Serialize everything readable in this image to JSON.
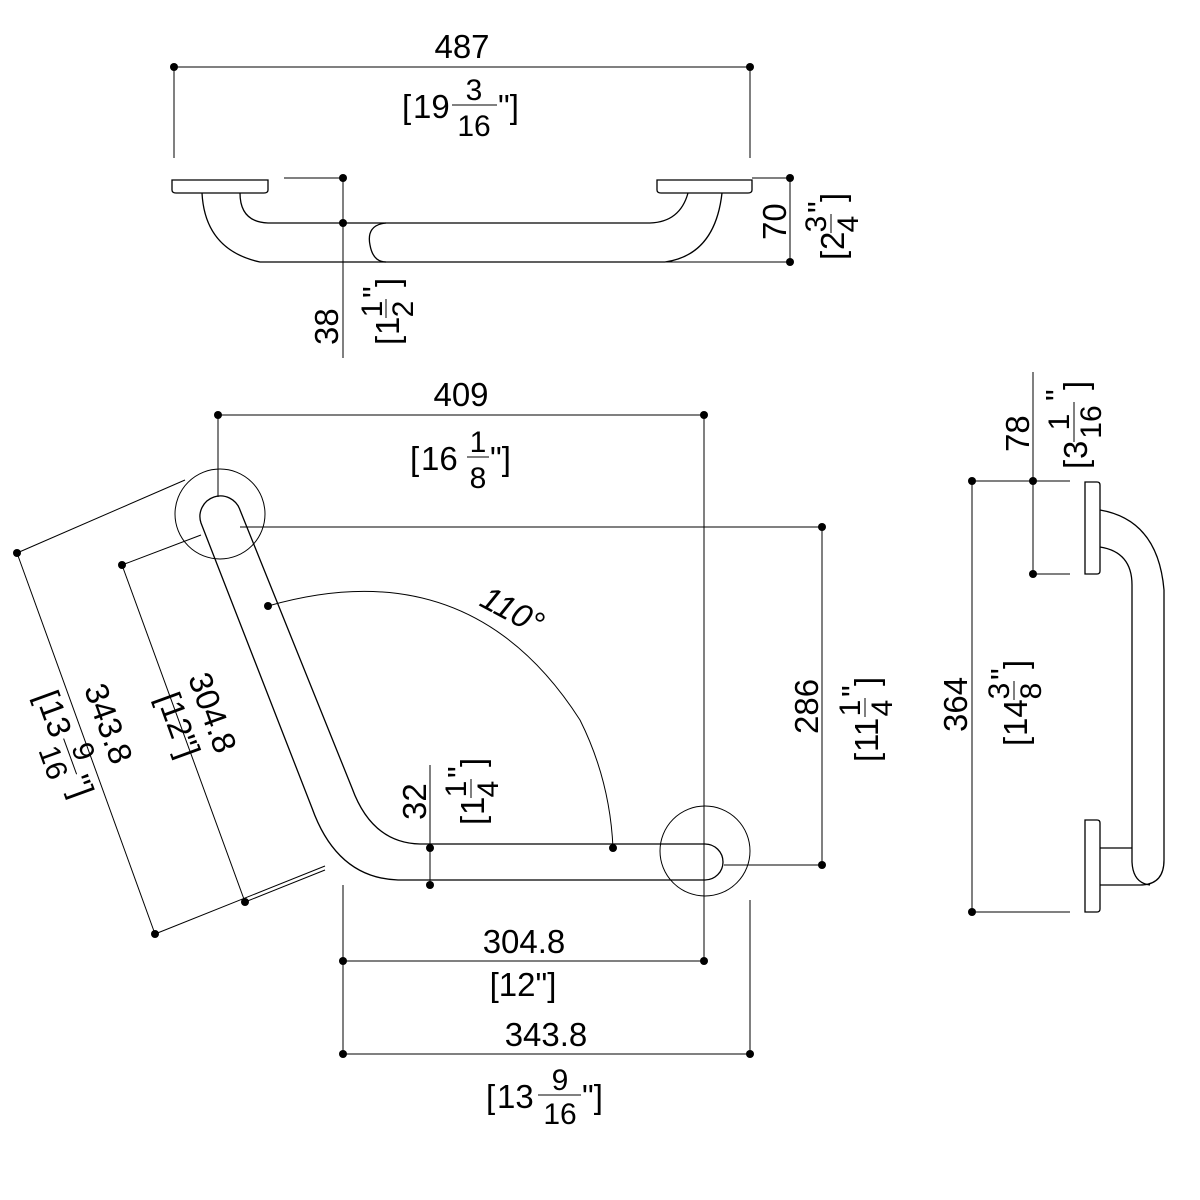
{
  "drawing": {
    "subject": "Angled grab bar dimensional drawing",
    "top_view": {
      "overall_length": {
        "mm": "487",
        "in_whole": "19",
        "in_num": "3",
        "in_den": "16"
      },
      "projection": {
        "mm": "70",
        "in_whole": "2",
        "in_num": "3",
        "in_den": "4"
      },
      "tube_diameter": {
        "mm": "38",
        "in_whole": "1",
        "in_num": "1",
        "in_den": "2"
      }
    },
    "front_view": {
      "overall_width": {
        "mm": "409",
        "in_whole": "16",
        "in_num": "1",
        "in_den": "8"
      },
      "overall_height": {
        "mm": "286",
        "in_whole": "11",
        "in_num": "1",
        "in_den": "4"
      },
      "angle": "110°",
      "tube_diameter": {
        "mm": "32",
        "in_whole": "1",
        "in_num": "1",
        "in_den": "4"
      },
      "horizontal_leg_inner": {
        "mm": "304.8",
        "in": "[12\"]"
      },
      "horizontal_leg_outer": {
        "mm": "343.8",
        "in_whole": "13",
        "in_num": "9",
        "in_den": "16"
      },
      "angled_leg_inner": {
        "mm": "304.8",
        "in": "[12\"]"
      },
      "angled_leg_outer": {
        "mm": "343.8",
        "in_whole": "13",
        "in_num": "9",
        "in_den": "16"
      }
    },
    "side_view": {
      "overall_height": {
        "mm": "364",
        "in_whole": "14",
        "in_num": "3",
        "in_den": "8"
      },
      "flange_diameter": {
        "mm": "78",
        "in_whole": "3",
        "in_num": "1",
        "in_den": "16"
      }
    }
  }
}
